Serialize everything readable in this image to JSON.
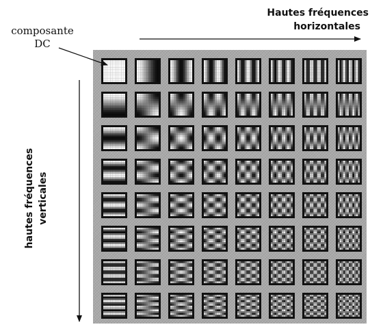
{
  "dc_label": {
    "line1": "composante",
    "line2": "DC"
  },
  "horizontal_axis": {
    "line1": "Hautes fréquences",
    "line2": "horizontales"
  },
  "vertical_axis": {
    "line1": "hautes fréquences",
    "line2": "verticales"
  },
  "grid": {
    "rows": 8,
    "cols": 8
  }
}
